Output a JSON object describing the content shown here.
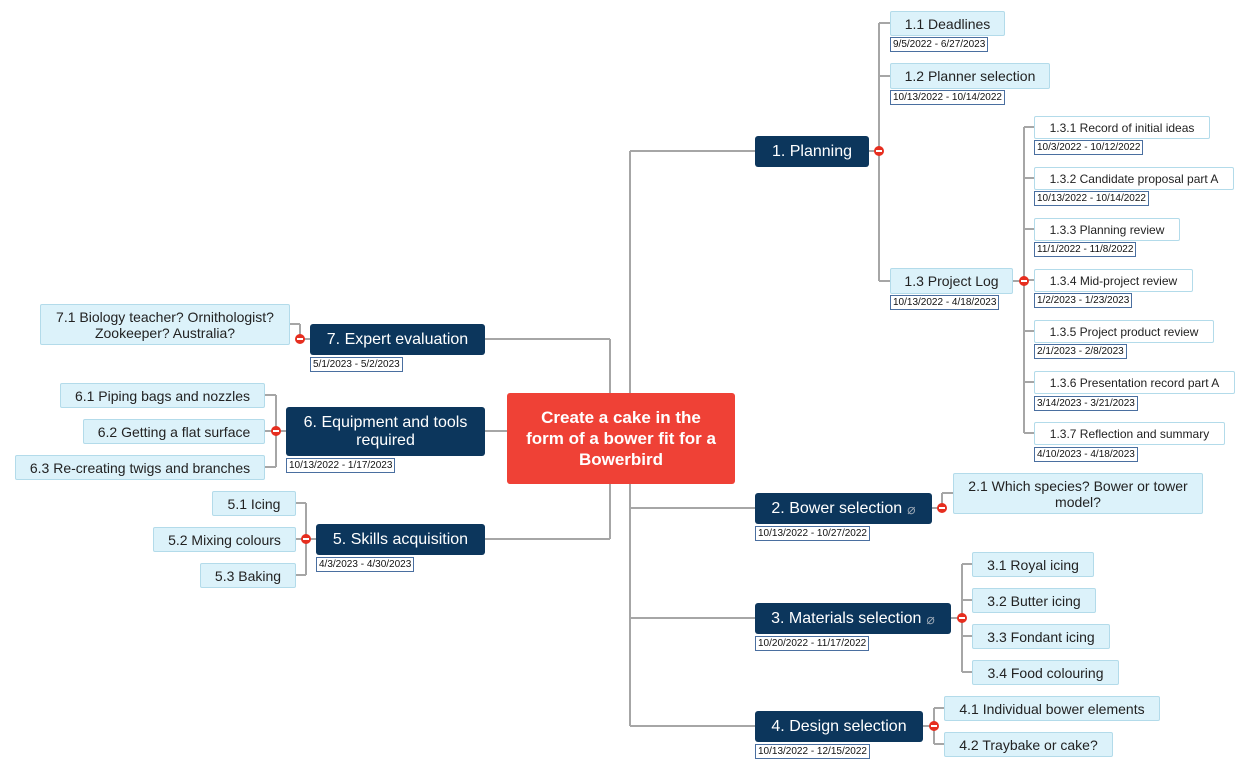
{
  "central_topic": "Create a cake in the form of a bower fit for a Bowerbird",
  "topics": [
    {
      "label": "1. Planning",
      "subtopics": [
        {
          "label": "1.1  Deadlines",
          "dates": "9/5/2022 - 6/27/2023"
        },
        {
          "label": "1.2  Planner selection",
          "dates": "10/13/2022 - 10/14/2022"
        },
        {
          "label": "1.3  Project Log",
          "dates": "10/13/2022 - 4/18/2023",
          "subtopics": [
            {
              "label": "1.3.1  Record of initial ideas",
              "dates": "10/3/2022 - 10/12/2022"
            },
            {
              "label": "1.3.2  Candidate proposal part A",
              "dates": "10/13/2022 - 10/14/2022"
            },
            {
              "label": "1.3.3  Planning review",
              "dates": "11/1/2022 - 11/8/2022"
            },
            {
              "label": "1.3.4  Mid-project review",
              "dates": "1/2/2023 - 1/23/2023"
            },
            {
              "label": "1.3.5  Project product review",
              "dates": "2/1/2023 - 2/8/2023"
            },
            {
              "label": "1.3.6  Presentation record part A",
              "dates": "3/14/2023 - 3/21/2023"
            },
            {
              "label": "1.3.7  Reflection and summary",
              "dates": "4/10/2023 - 4/18/2023"
            }
          ]
        }
      ]
    },
    {
      "label": "2. Bower selection",
      "dates": "10/13/2022 - 10/27/2022",
      "attachment": "paperclip-icon",
      "subtopics": [
        {
          "label": "2.1  Which species? Bower or tower model?"
        }
      ]
    },
    {
      "label": "3. Materials selection",
      "dates": "10/20/2022 - 11/17/2022",
      "attachment": "paperclip-icon",
      "subtopics": [
        {
          "label": "3.1  Royal icing"
        },
        {
          "label": "3.2  Butter icing"
        },
        {
          "label": "3.3  Fondant icing"
        },
        {
          "label": "3.4  Food colouring"
        }
      ]
    },
    {
      "label": "4. Design selection",
      "dates": "10/13/2022 - 12/15/2022",
      "subtopics": [
        {
          "label": "4.1  Individual bower elements"
        },
        {
          "label": "4.2  Traybake or cake?"
        }
      ]
    },
    {
      "label": "5. Skills acquisition",
      "dates": "4/3/2023 - 4/30/2023",
      "subtopics": [
        {
          "label": "5.1  Icing"
        },
        {
          "label": "5.2  Mixing colours"
        },
        {
          "label": "5.3  Baking"
        }
      ]
    },
    {
      "label": "6. Equipment and tools required",
      "dates": "10/13/2022 - 1/17/2023",
      "subtopics": [
        {
          "label": "6.1  Piping bags and nozzles"
        },
        {
          "label": "6.2  Getting a flat surface"
        },
        {
          "label": "6.3  Re-creating twigs and branches"
        }
      ]
    },
    {
      "label": "7. Expert evaluation",
      "dates": "5/1/2023 - 5/2/2023",
      "subtopics": [
        {
          "label": "7.1  Biology teacher? Ornithologist? Zookeeper? Australia?"
        }
      ]
    }
  ],
  "colors": {
    "central": "#ef4136",
    "main": "#0c365c",
    "sub": "#dcf2fa",
    "collapse": "#e62e1f",
    "line": "#a6a6a6"
  }
}
